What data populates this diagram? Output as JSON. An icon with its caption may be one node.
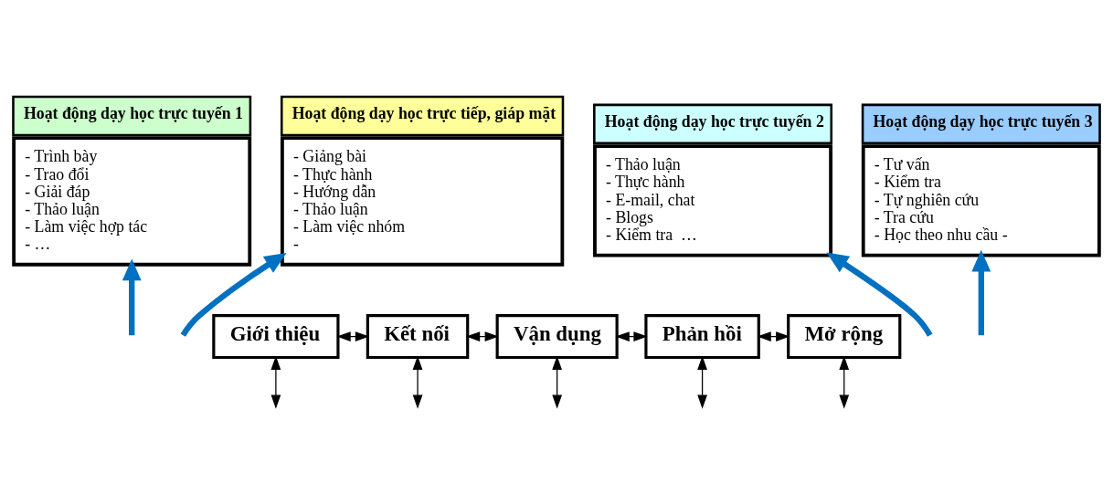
{
  "diagram": {
    "nodes": [
      {
        "text": [
          "Hoạt động dạy học trực tuyến 1",
          "- Trình bày",
          "- Trao đổi",
          "- Giải đáp",
          "- Thảo luận",
          "- Làm việc hợp tác",
          "- …"
        ]
      },
      {
        "text": [
          "Hoạt động dạy học trực tiếp, giáp mặt",
          "- Giảng bài",
          "- Thực hành",
          "- Hướng dẫn",
          "- Thảo luận",
          "- Làm việc nhóm",
          "-"
        ]
      },
      {
        "text": [
          "Hoạt động dạy học trực tuyến 2",
          "- Thảo luận",
          "- Thực hành",
          "- E-mail, chat",
          "- Blogs",
          "- Kiểm tra  …"
        ]
      },
      {
        "text": [
          "Hoạt động dạy học trực tuyến 3",
          "- Tư vấn",
          "- Kiểm tra",
          "- Tự nghiên cứu",
          "- Tra cứu",
          "- Học theo nhu cầu -"
        ]
      },
      {
        "text": [
          "Giới thiệu"
        ]
      },
      {
        "text": [
          "Kết nối"
        ]
      },
      {
        "text": [
          "Vận dụng"
        ]
      },
      {
        "text": [
          "Phản hồi"
        ]
      },
      {
        "text": [
          "Mở rộng"
        ]
      }
    ],
    "edges": [
      {
        "from": null,
        "to": 0,
        "arrow": "to",
        "style": "thick",
        "color": "#0070c0"
      },
      {
        "from": null,
        "to": 1,
        "arrow": "to",
        "style": "thick",
        "color": "#0070c0"
      },
      {
        "from": null,
        "to": 2,
        "arrow": "to",
        "style": "thick",
        "color": "#0070c0"
      },
      {
        "from": null,
        "to": 3,
        "arrow": "to",
        "style": "thick",
        "color": "#0070c0"
      },
      {
        "from": 4,
        "to": 5,
        "arrow": "both"
      },
      {
        "from": 5,
        "to": 6,
        "arrow": "both"
      },
      {
        "from": 6,
        "to": 7,
        "arrow": "both"
      },
      {
        "from": 7,
        "to": 8,
        "arrow": "both"
      },
      {
        "from": 4,
        "to": null,
        "arrow": "both"
      },
      {
        "from": 5,
        "to": null,
        "arrow": "both"
      },
      {
        "from": 6,
        "to": null,
        "arrow": "both"
      },
      {
        "from": 7,
        "to": null,
        "arrow": "both"
      },
      {
        "from": 8,
        "to": null,
        "arrow": "both"
      }
    ]
  }
}
